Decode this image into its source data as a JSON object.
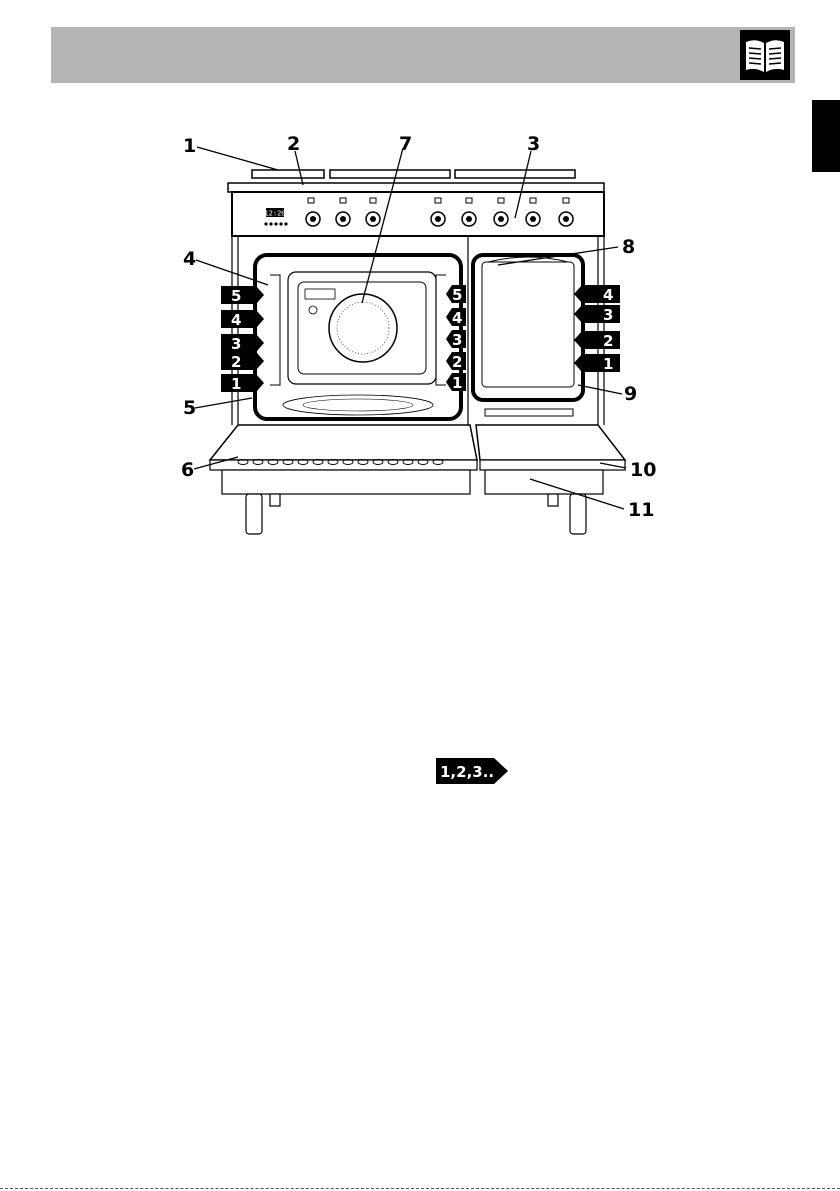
{
  "callouts": {
    "c1": "1",
    "c2": "2",
    "c3": "3",
    "c4": "4",
    "c5": "5",
    "c6": "6",
    "c7": "7",
    "c8": "8",
    "c9": "9",
    "c10": "10",
    "c11": "11"
  },
  "display_time": "12:20",
  "main_oven_shelves": [
    "5",
    "4",
    "3",
    "2",
    "1"
  ],
  "aux_oven_shelves": [
    "4",
    "3",
    "2",
    "1"
  ],
  "sequence_badge": "1,2,3..",
  "icons": {
    "header": "open-manual-icon",
    "sequence": "sequence-arrow-icon"
  },
  "colors": {
    "header_bar": "#b5b5b5",
    "ink": "#000000"
  }
}
